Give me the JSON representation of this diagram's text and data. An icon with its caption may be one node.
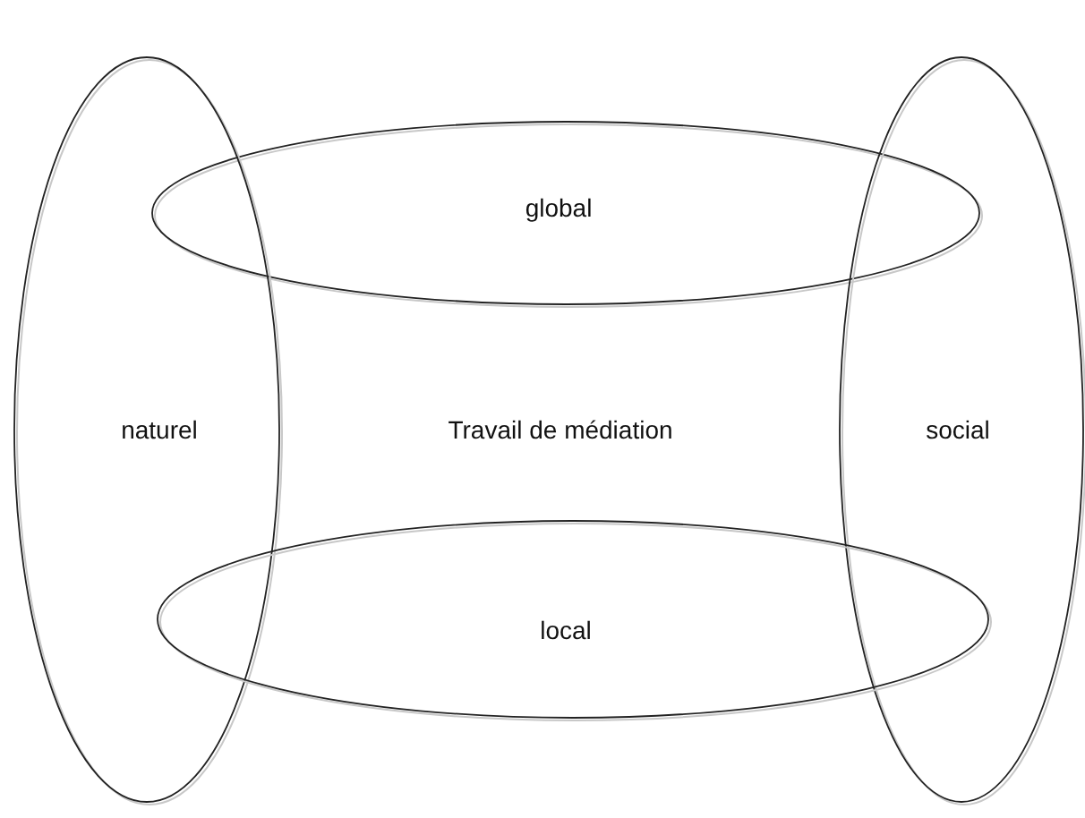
{
  "diagram": {
    "nodes": [
      {
        "text": [
          "global"
        ]
      },
      {
        "text": [
          "naturel"
        ]
      },
      {
        "text": [
          "social"
        ]
      },
      {
        "text": [
          "local"
        ]
      }
    ],
    "labels": [
      "Travail de médiation"
    ]
  }
}
